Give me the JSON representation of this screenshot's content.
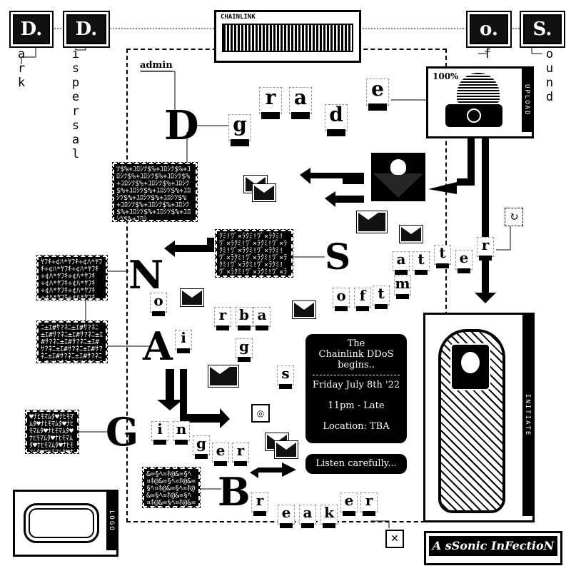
{
  "header": {
    "logo_caption": "CHAINLINK",
    "corner_boxes": [
      {
        "id": "dark",
        "letter": "D.",
        "word": "ark"
      },
      {
        "id": "dispersal",
        "letter": "D.",
        "word": "ispersal"
      },
      {
        "id": "of",
        "letter": "o.",
        "word": "f"
      },
      {
        "id": "sound",
        "letter": "S.",
        "word": "ound"
      }
    ]
  },
  "admin_label": "admin",
  "upload": {
    "percent": "100%",
    "tag": "UPLOAD"
  },
  "initiate_tag": "INITIATE",
  "logo_tag": "LOGO",
  "words": {
    "downgrade": {
      "cap": "D",
      "letters": [
        "g",
        "r",
        "a",
        "d",
        "e"
      ]
    },
    "softmatter": {
      "cap": "S",
      "letters": [
        "o",
        "f",
        "t",
        "m",
        "a",
        "t",
        "t",
        "e",
        "r"
      ]
    },
    "noir": {
      "cap": "N",
      "letters": [
        "o"
      ]
    },
    "airbags": {
      "cap": "A",
      "letters": [
        "i",
        "r",
        "b",
        "a",
        "g",
        "s"
      ]
    },
    "ginger": {
      "cap": "G",
      "letters": [
        "i",
        "n",
        "g",
        "e",
        "r"
      ]
    },
    "breaker": {
      "cap": "B",
      "letters": [
        "r",
        "e",
        "a",
        "k",
        "e",
        "r"
      ]
    }
  },
  "event": {
    "line1": "The",
    "line2": "Chainlink DDoS",
    "line3": "begins..",
    "date": "Friday July 8th '22",
    "time": "11pm - Late",
    "location": "Location: TBA"
  },
  "listen": "Listen carefully...",
  "footer_tag": "A sSonic InFectioN",
  "noise_glyphs": "ﾂ¥ﾎ♥ｴ¢ﾗ$ﾃ@ﾅ#ﾊｸ%ﾄ&ﾋｻ*ﾐ+ﾁ=ﾓ?ﾔ!ﾕｦ§ﾏﾈﾌﾜﾛﾘﾍﾑﾆｷﾞｼﾝ¤ﾀ±÷×"
}
